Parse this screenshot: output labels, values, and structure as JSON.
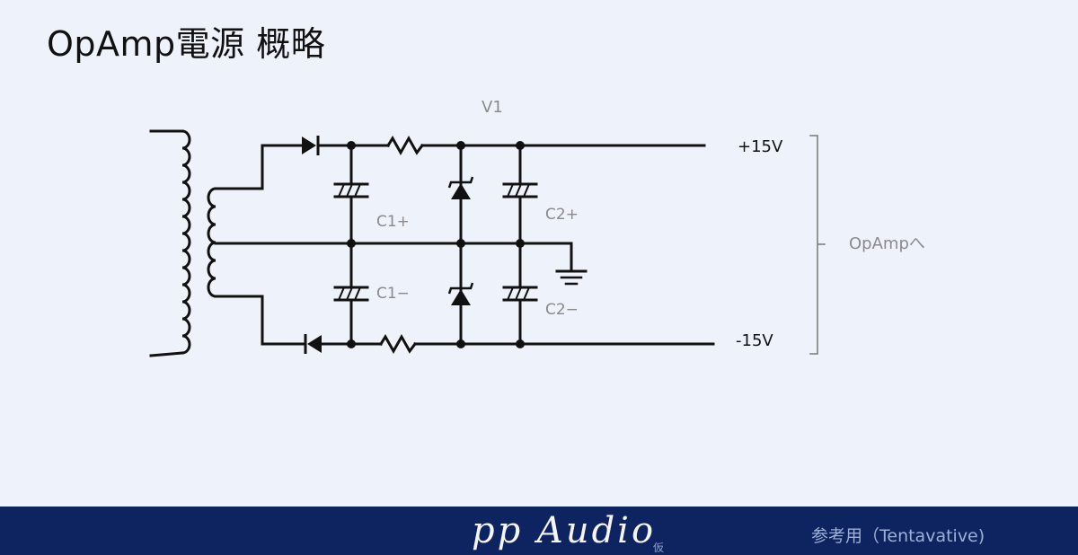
{
  "title": "OpAmp電源 概略",
  "labels": {
    "v1": "V1",
    "c1_plus": "C1+",
    "c1_minus": "C1−",
    "c2_plus": "C2+",
    "c2_minus": "C2−",
    "pos_out": "+15V",
    "neg_out": "-15V",
    "to_opamp": "OpAmpへ"
  },
  "footer": {
    "brand": "pp Audio",
    "brand_sub": "仮",
    "note": "参考用（Tentavative)"
  },
  "colors": {
    "background": "#eef2fa",
    "footer": "#0d2460",
    "wire": "#111111",
    "label_gray": "#8a8a8a"
  }
}
